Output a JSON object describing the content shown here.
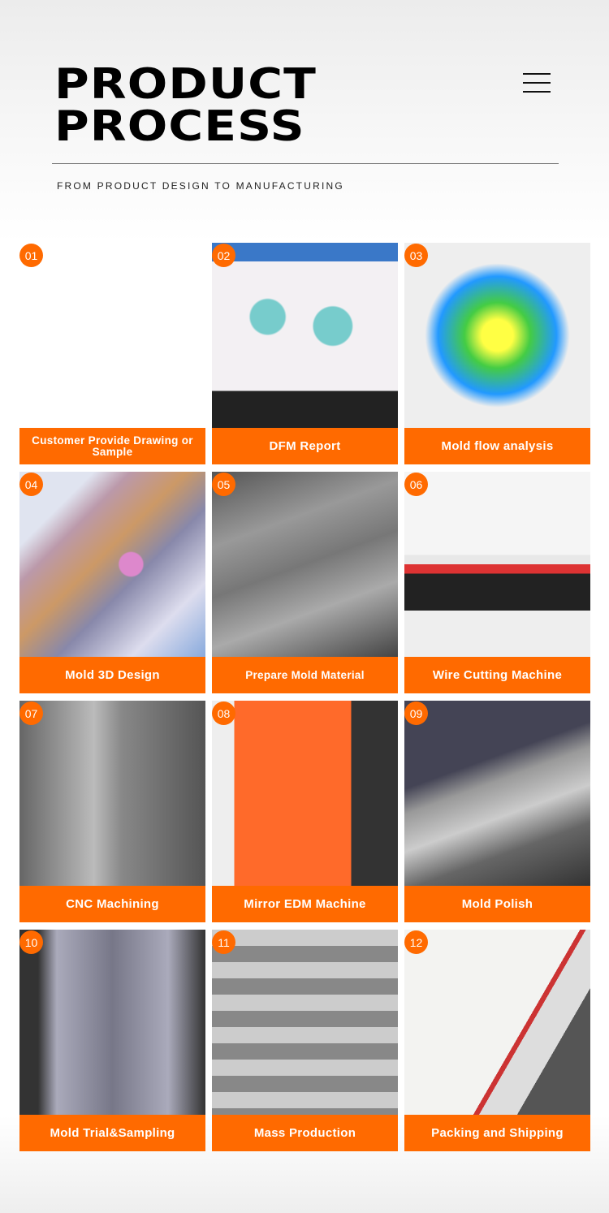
{
  "header": {
    "title_line1": "PRODUCT",
    "title_line2": "PROCESS",
    "subtitle": "FROM PRODUCT DESIGN TO MANUFACTURING",
    "menu_icon": "hamburger-menu-icon"
  },
  "brand_color": "#ff6a00",
  "steps": [
    {
      "number": "01",
      "label": "Customer Provide Drawing or Sample",
      "image": "technical-drawing"
    },
    {
      "number": "02",
      "label": "DFM Report",
      "image": "dfm-report-monitor"
    },
    {
      "number": "03",
      "label": "Mold flow analysis",
      "image": "mold-flow-heatmap"
    },
    {
      "number": "04",
      "label": "Mold 3D Design",
      "image": "mold-3d-cad"
    },
    {
      "number": "05",
      "label": "Prepare Mold Material",
      "image": "steel-blocks"
    },
    {
      "number": "06",
      "label": "Wire Cutting Machine",
      "image": "wire-cutting-machine"
    },
    {
      "number": "07",
      "label": "CNC Machining",
      "image": "cnc-machining"
    },
    {
      "number": "08",
      "label": "Mirror EDM Machine",
      "image": "edm-machine"
    },
    {
      "number": "09",
      "label": "Mold Polish",
      "image": "mold-polish"
    },
    {
      "number": "10",
      "label": "Mold Trial&Sampling",
      "image": "injection-machine"
    },
    {
      "number": "11",
      "label": "Mass Production",
      "image": "production-shelves"
    },
    {
      "number": "12",
      "label": "Packing and Shipping",
      "image": "shipping-truck"
    }
  ]
}
